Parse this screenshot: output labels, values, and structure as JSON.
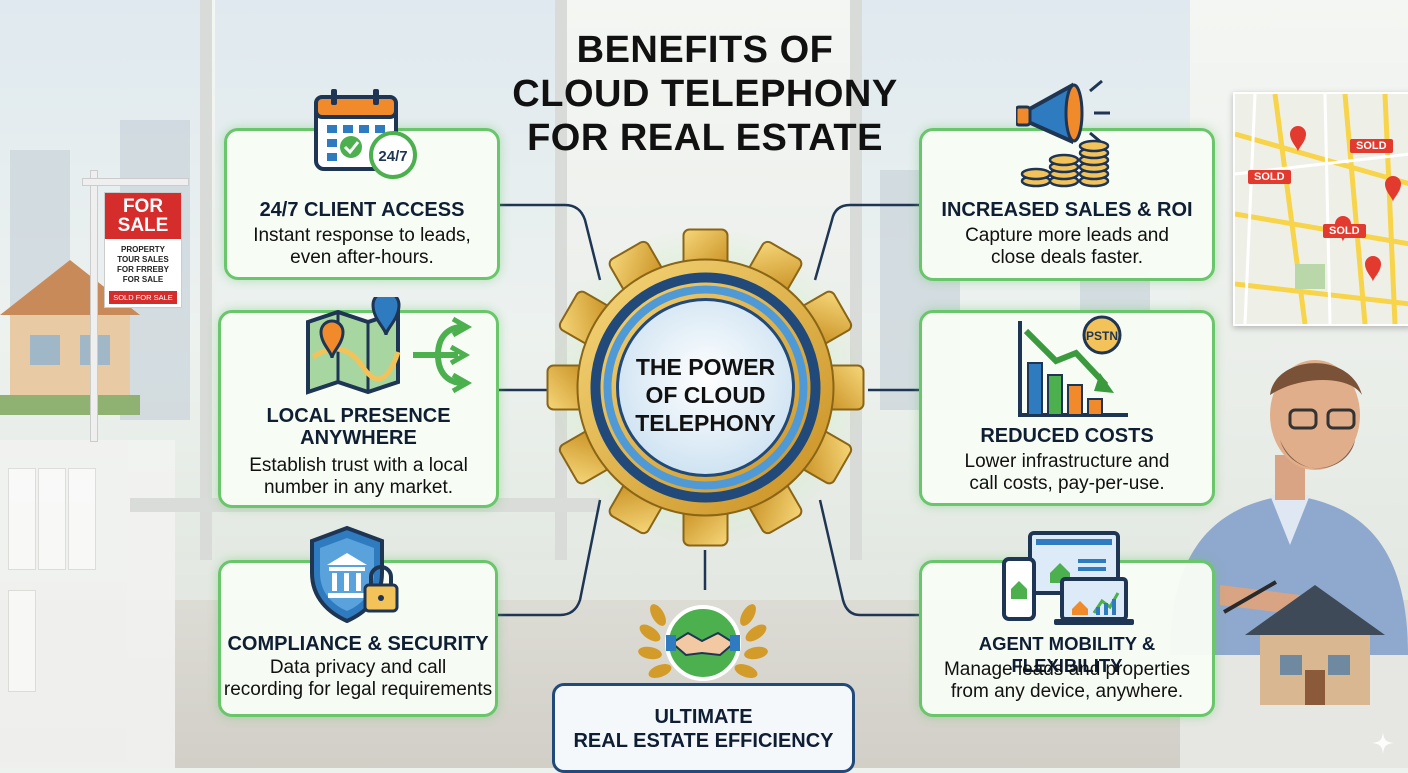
{
  "title": {
    "line1": "BENEFITS OF",
    "line2": "CLOUD TELEPHONY",
    "line3": "FOR REAL ESTATE"
  },
  "center": {
    "line1": "THE POWER",
    "line2": "OF CLOUD",
    "line3": "TELEPHONY"
  },
  "benefits_left": [
    {
      "title": "24/7 CLIENT ACCESS",
      "desc1": "Instant response to leads,",
      "desc2": "even after-hours.",
      "icon": "calendar-24-7-icon",
      "badge": "24/7"
    },
    {
      "title1": "LOCAL PRESENCE",
      "title2": "ANYWHERE",
      "desc1": "Establish trust with a local",
      "desc2": "number in any market.",
      "icon": "map-pin-icon"
    },
    {
      "title": "COMPLIANCE & SECURITY",
      "desc1": "Data privacy and call",
      "desc2": "recording for legal requirements",
      "icon": "shield-lock-icon"
    }
  ],
  "benefits_right": [
    {
      "title": "INCREASED SALES & ROI",
      "desc1": "Capture more leads and",
      "desc2": "close deals faster.",
      "icon": "megaphone-coins-icon"
    },
    {
      "title": "REDUCED COSTS",
      "desc1": "Lower infrastructure and",
      "desc2": "call costs, pay-per-use.",
      "icon": "declining-chart-icon",
      "badge": "PSTN"
    },
    {
      "title": "AGENT MOBILITY & FLEXIBILITY",
      "desc1": "Manage leads and properties",
      "desc2": "from any device, anywhere.",
      "icon": "multi-device-icon"
    }
  ],
  "bottom": {
    "line1": "ULTIMATE",
    "line2": "REAL ESTATE EFFICIENCY",
    "icon": "handshake-laurel-icon"
  },
  "sign": {
    "top1": "FOR",
    "top2": "SALE",
    "mid1": "PROPERTY",
    "mid2": "TOUR SALES",
    "mid3": "FOR FRREBY",
    "mid4": "FOR SALE",
    "bottom": "SOLD FOR SALE"
  },
  "map": {
    "tag1": "SOLD",
    "tag2": "SOLD",
    "tag3": "SOLD"
  },
  "colors": {
    "card_border": "#69c66b",
    "navy": "#214a7a",
    "gold": "#e4b33a",
    "sign_red": "#d52c2c"
  }
}
